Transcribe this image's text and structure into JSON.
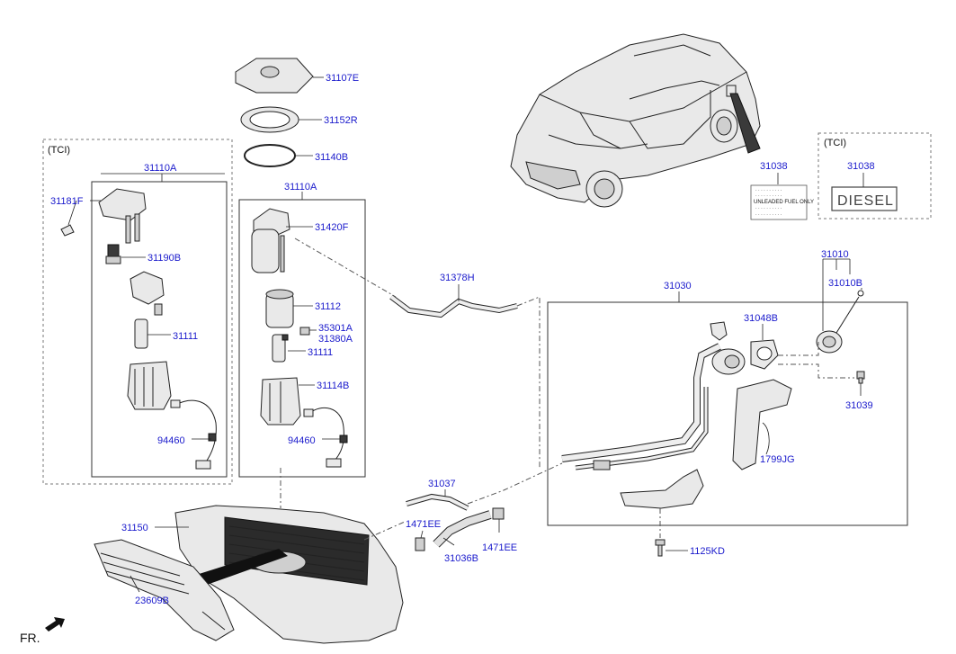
{
  "labels": {
    "p31107E": "31107E",
    "p31152R": "31152R",
    "p31140B": "31140B",
    "p31110A_left": "31110A",
    "p31110A_right": "31110A",
    "p31181F": "31181F",
    "p31190B": "31190B",
    "p31111_left": "31111",
    "p94460_left": "94460",
    "p31420F": "31420F",
    "p31112": "31112",
    "p35301A": "35301A",
    "p31380A": "31380A",
    "p31111_right": "31111",
    "p31114B": "31114B",
    "p94460_right": "94460",
    "p31378H": "31378H",
    "p31030": "31030",
    "p31048B": "31048B",
    "p31010": "31010",
    "p31010B": "31010B",
    "p31039": "31039",
    "p1799JG": "1799JG",
    "p31038_car": "31038",
    "p31038_tci": "31038",
    "p31037": "31037",
    "p1471EE_a": "1471EE",
    "p1471EE_b": "1471EE",
    "p31036B": "31036B",
    "p31150": "31150",
    "p23609B": "23609B",
    "p1125KD": "1125KD"
  },
  "tci_left": "(TCI)",
  "tci_right": "(TCI)",
  "diesel_label": "DIESEL",
  "fuel_label": {
    "line1": "UNLEADED FUEL ONLY"
  },
  "direction": "FR."
}
